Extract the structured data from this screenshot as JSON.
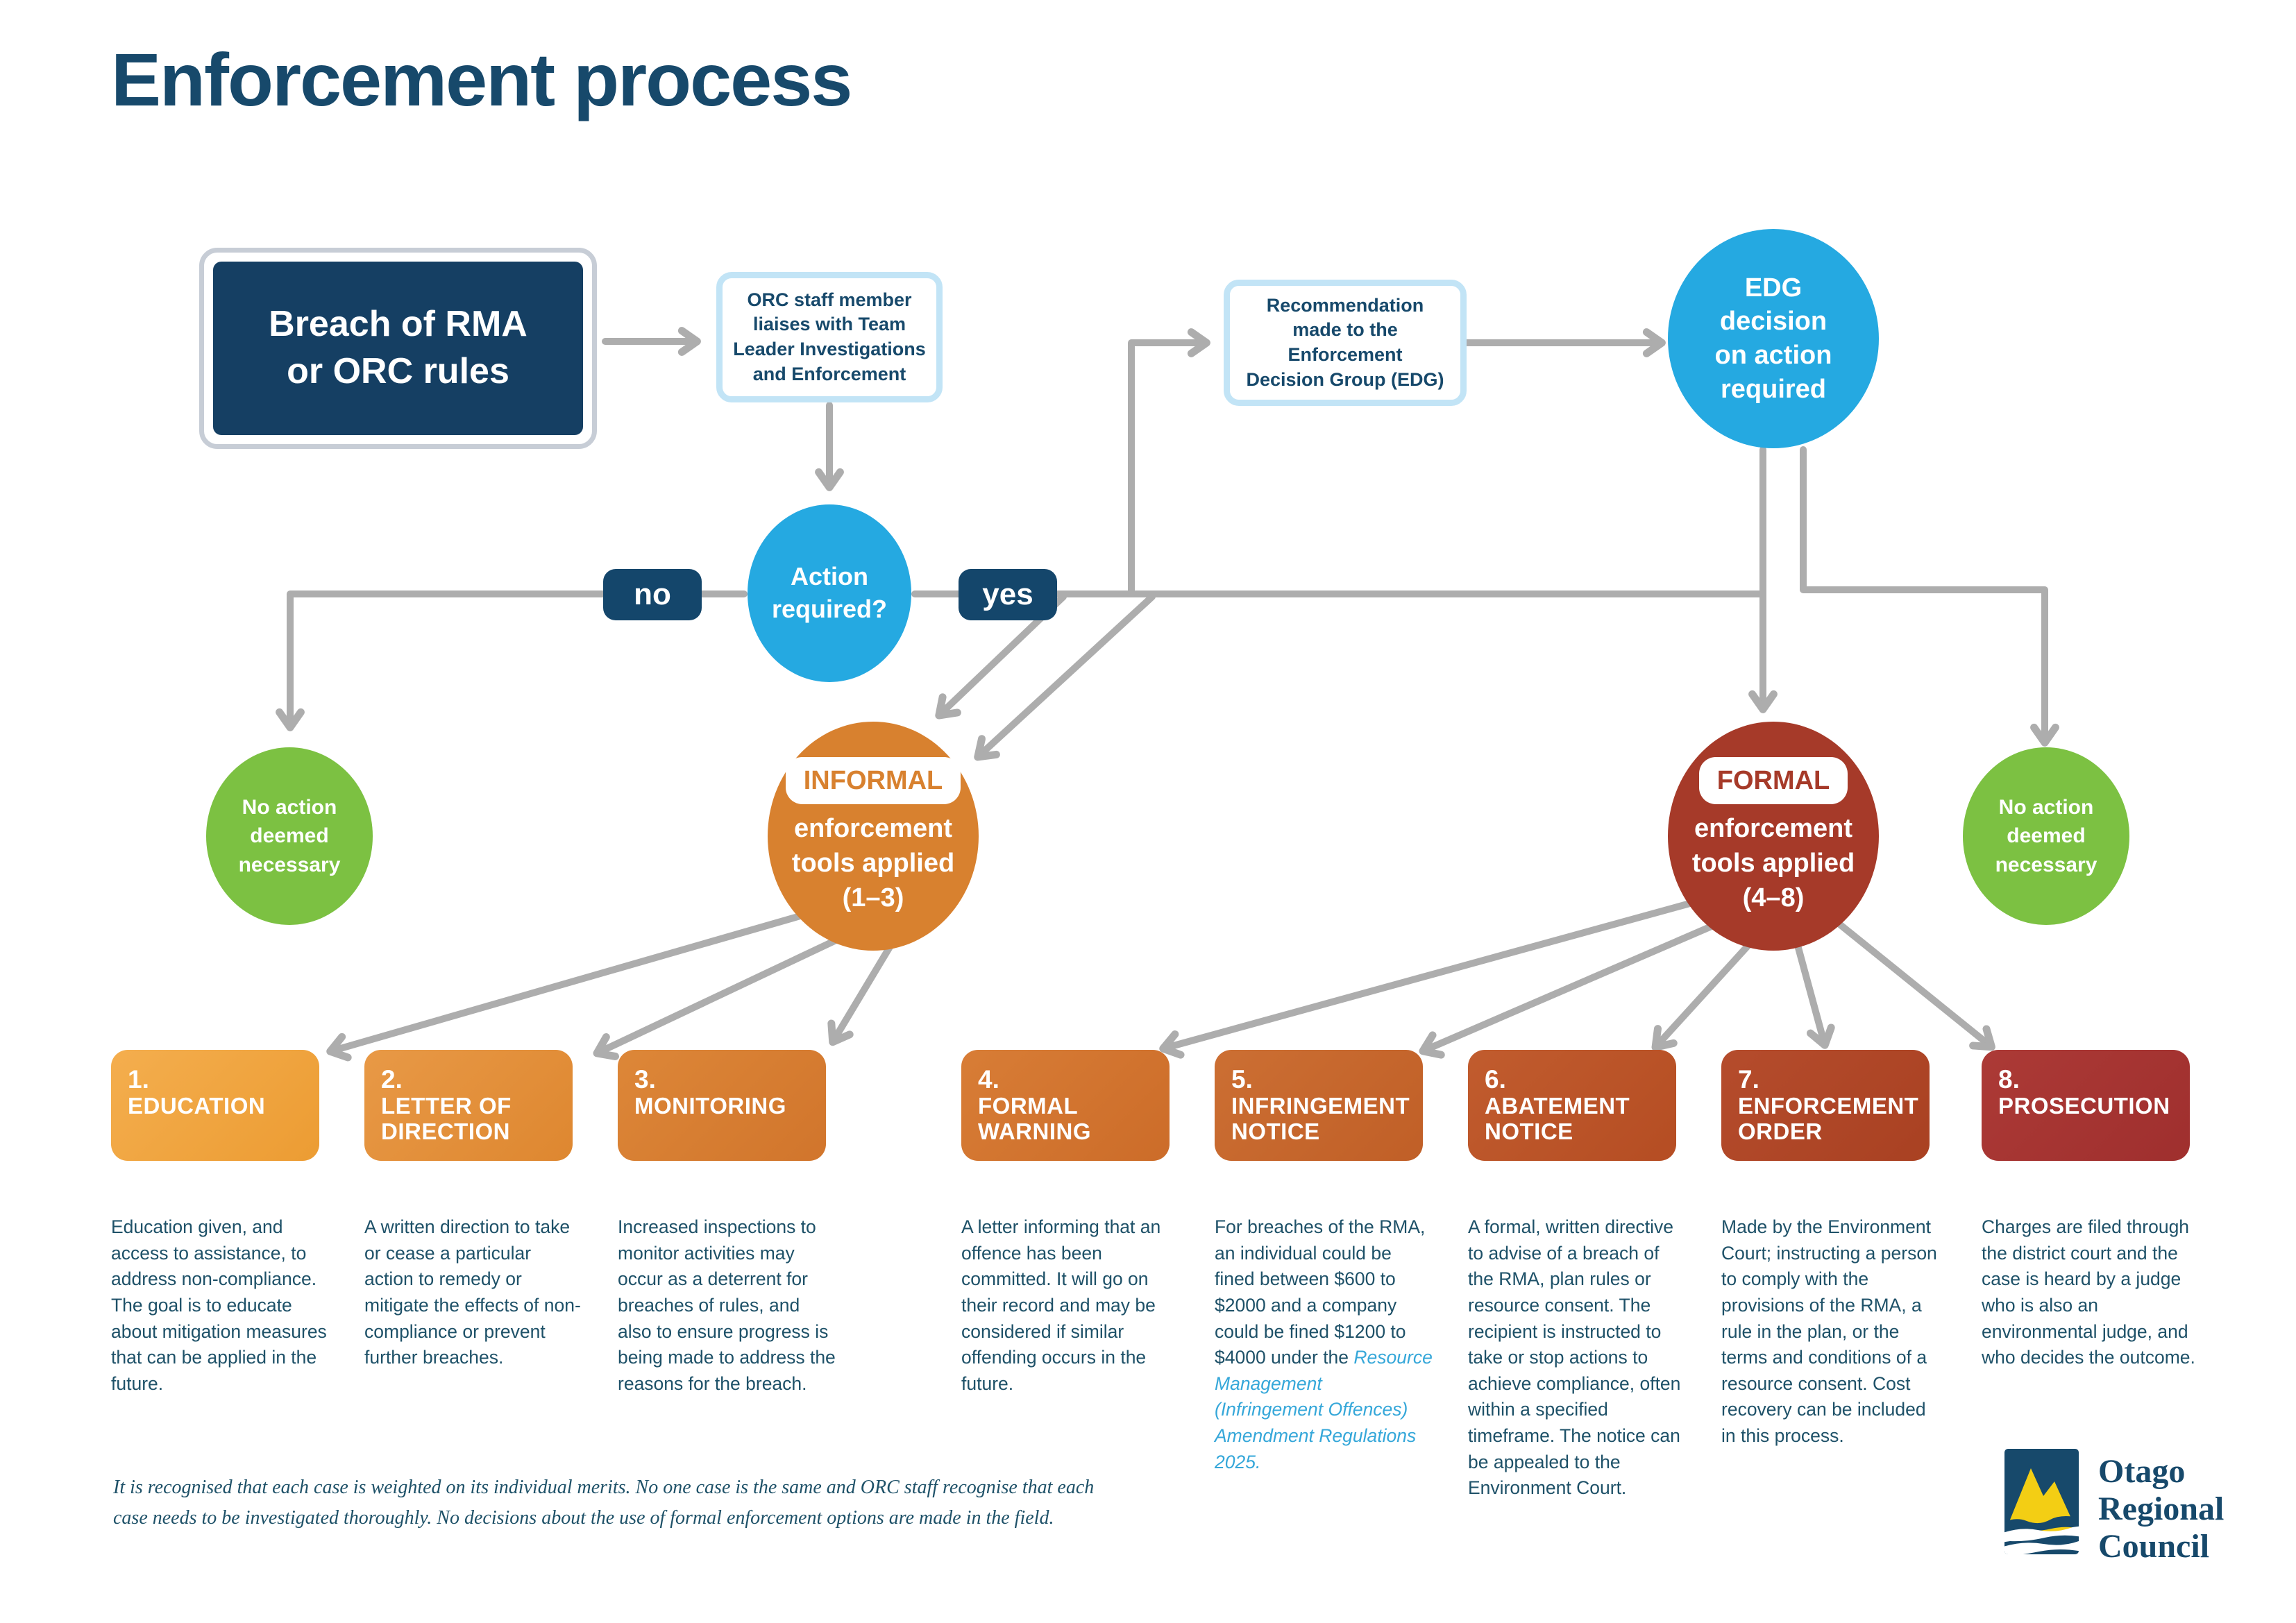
{
  "title": "Enforcement process",
  "palette": {
    "navy": "#17496B",
    "dark_navy_box": "#153F63",
    "pill_navy": "#14466B",
    "blue_circle": "#25A9E1",
    "green_circle": "#7CC142",
    "orange_circle": "#D8812F",
    "red_circle": "#A63A29",
    "arrow_gray": "#ADADAD",
    "link_blue": "#35A7D9",
    "box_border_blue": "#C2E4F6",
    "logo_yellow": "#F3CE14",
    "body_text": "#1E5168"
  },
  "flow": {
    "breach_lines": [
      "Breach of RMA",
      "or ORC rules"
    ],
    "orc_staff_lines": [
      "ORC staff member",
      "liaises with Team",
      "Leader Investigations",
      "and Enforcement"
    ],
    "recommendation_lines": [
      "Recommendation",
      "made to the",
      "Enforcement",
      "Decision Group (EDG)"
    ],
    "edg_lines": [
      "EDG",
      "decision",
      "on action",
      "required"
    ],
    "action_lines": [
      "Action",
      "required?"
    ],
    "no_label": "no",
    "yes_label": "yes",
    "no_action_lines": [
      "No action",
      "deemed",
      "necessary"
    ],
    "informal": {
      "badge": "INFORMAL",
      "line1": "enforcement",
      "line2": "tools applied",
      "line3": "(1–3)"
    },
    "formal": {
      "badge": "FORMAL",
      "line1": "enforcement",
      "line2": "tools applied",
      "line3": "(4–8)"
    }
  },
  "tools": [
    {
      "number": "1.",
      "name": "EDUCATION",
      "c1": "#F4AE4E",
      "c2": "#EC9C33",
      "description": "Education given, and access to assistance, to address non-compliance. The goal is to educate about mitigation measures that can be applied in the future."
    },
    {
      "number": "2.",
      "name": "LETTER OF DIRECTION",
      "c1": "#E89946",
      "c2": "#DE8730",
      "description": "A written direction to take or cease a particular action to remedy or mitigate the effects of non-compliance or prevent further breaches."
    },
    {
      "number": "3.",
      "name": "MONITORING",
      "c1": "#DD8738",
      "c2": "#D1752C",
      "description": "Increased inspections to monitor activities may occur as a deterrent for breaches of rules, and also to ensure progress is being made to address the reasons for the breach."
    },
    {
      "number": "4.",
      "name": "FORMAL WARNING",
      "c1": "#D87D36",
      "c2": "#CC6C29",
      "description": "A letter informing that an offence has been committed. It will go on their record and may be considered if similar offending occurs in the future."
    },
    {
      "number": "5.",
      "name": "INFRINGEMENT NOTICE",
      "c1": "#CC6F33",
      "c2": "#C05F27",
      "description": "For breaches of the RMA, an individual could be fined between $600 to $2000 and a company could be fined $1200 to $4000 under the ",
      "description_link": "Resource Management (Infringement Offences) Amendment Regulations 2025."
    },
    {
      "number": "6.",
      "name": "ABATEMENT NOTICE",
      "c1": "#C15C2E",
      "c2": "#B54D23",
      "description": "A formal, written directive to advise of a breach of the RMA, plan rules or resource consent. The recipient is instructed to take or stop actions to achieve compliance, often within a specified timeframe. The notice can be appealed to the Environment Court."
    },
    {
      "number": "7.",
      "name": "ENFORCEMENT ORDER",
      "c1": "#B54C2C",
      "c2": "#A94122",
      "description": "Made by the Environment Court; instructing a person to comply with the provisions of the RMA, a rule in the plan, or the terms and conditions of a resource consent. Cost recovery can be included in this process."
    },
    {
      "number": "8.",
      "name": "PROSECUTION",
      "c1": "#AC3A36",
      "c2": "#9F2F2E",
      "description": "Charges are filed through the district court and the case is heard by a judge who is also an environmental judge, and who decides the outcome."
    }
  ],
  "footer": {
    "line1": "It is recognised that each case is weighted on its individual merits. No one case is the same and ORC staff recognise that each",
    "line2": "case needs to be investigated thoroughly. No decisions about the use of formal enforcement options are made in the field."
  },
  "logo": {
    "line1": "Otago",
    "line2": "Regional",
    "line3": "Council"
  }
}
